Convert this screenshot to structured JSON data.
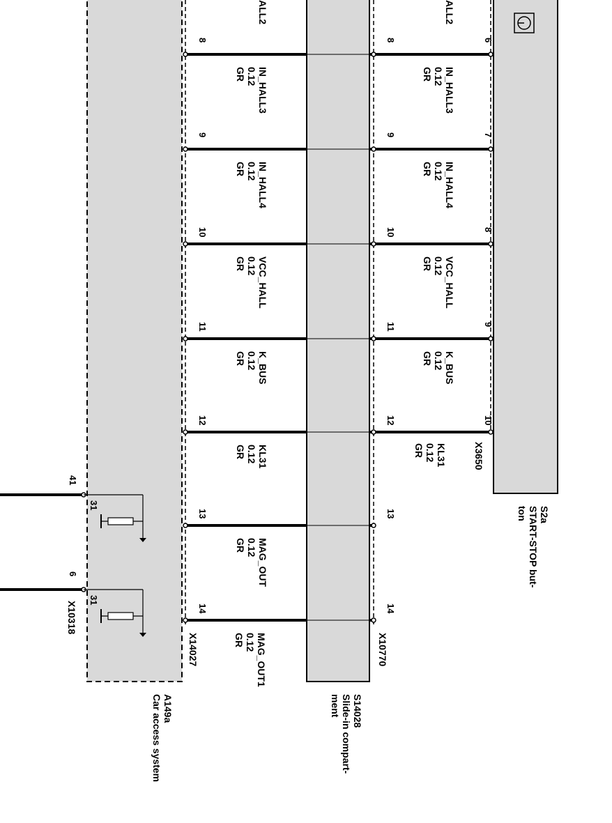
{
  "components": {
    "car_access": {
      "id": "A149a",
      "name": "Car access system"
    },
    "slide_in": {
      "id": "S14028",
      "name_line1": "Slide-in compart-",
      "name_line2": "ment"
    },
    "start_stop": {
      "id": "S2a",
      "name_line1": "START-STOP but-",
      "name_line2": "ton"
    }
  },
  "connectors": {
    "left_outer": "X10318",
    "left": "X14027",
    "middle": "X10770",
    "right": "X3650"
  },
  "left_outer_pins": [
    "41",
    "6"
  ],
  "ground_pins": [
    "31",
    "31"
  ],
  "wires": [
    {
      "signal": "ALL2",
      "size": "",
      "color": "",
      "pin_a": "8",
      "pin_b": "8",
      "pin_c": "6"
    },
    {
      "signal": "IN_HALL3",
      "size": "0.12",
      "color": "GR",
      "pin_a": "9",
      "pin_b": "9",
      "pin_c": "7"
    },
    {
      "signal": "IN_HALL4",
      "size": "0.12",
      "color": "GR",
      "pin_a": "10",
      "pin_b": "10",
      "pin_c": "8"
    },
    {
      "signal": "VCC_HALL",
      "size": "0.12",
      "color": "GR",
      "pin_a": "11",
      "pin_b": "11",
      "pin_c": "9"
    },
    {
      "signal": "K_BUS",
      "size": "0.12",
      "color": "GR",
      "pin_a": "12",
      "pin_b": "12",
      "pin_c": "10"
    },
    {
      "signal": "KL31",
      "size": "0.12",
      "color": "GR",
      "pin_a": "13",
      "pin_b": "13",
      "pin_c": ""
    },
    {
      "signal": "MAG_OUT",
      "size": "0.12",
      "color": "GR",
      "pin_a": "14",
      "pin_b": "14",
      "pin_c": ""
    }
  ],
  "right_only_wire": {
    "signal": "KL31",
    "size": "0.12",
    "color": "GR"
  },
  "bottom_wire": {
    "signal": "MAG_OUT1",
    "size": "0.12",
    "color": "GR"
  },
  "icons": {
    "button_symbol": "power-button-icon"
  }
}
